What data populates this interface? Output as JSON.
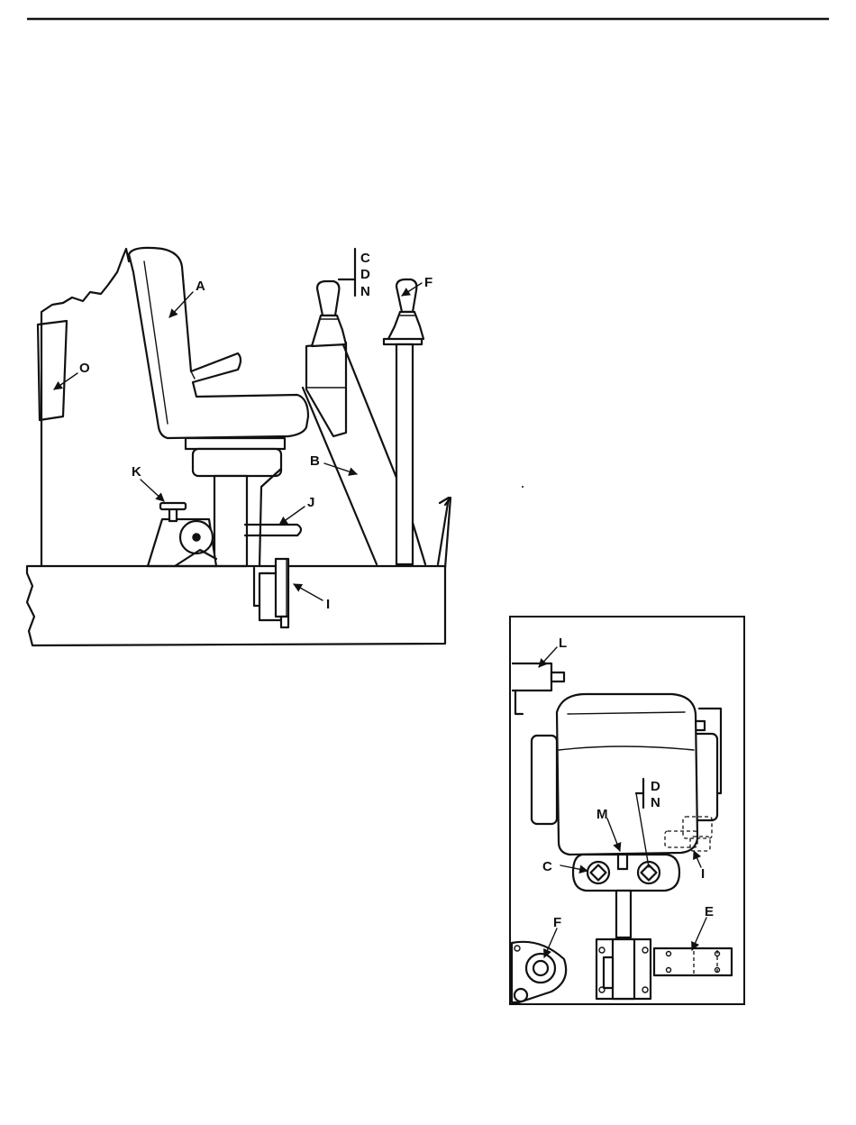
{
  "side_view": {
    "labels": {
      "a": "A",
      "b": "B",
      "c": "C",
      "d": "D",
      "n": "N",
      "f": "F",
      "o": "O",
      "k": "K",
      "j": "J",
      "i": "I"
    }
  },
  "top_view": {
    "labels": {
      "l": "L",
      "d": "D",
      "n": "N",
      "m": "M",
      "c": "C",
      "i": "I",
      "f": "F",
      "e": "E"
    }
  }
}
